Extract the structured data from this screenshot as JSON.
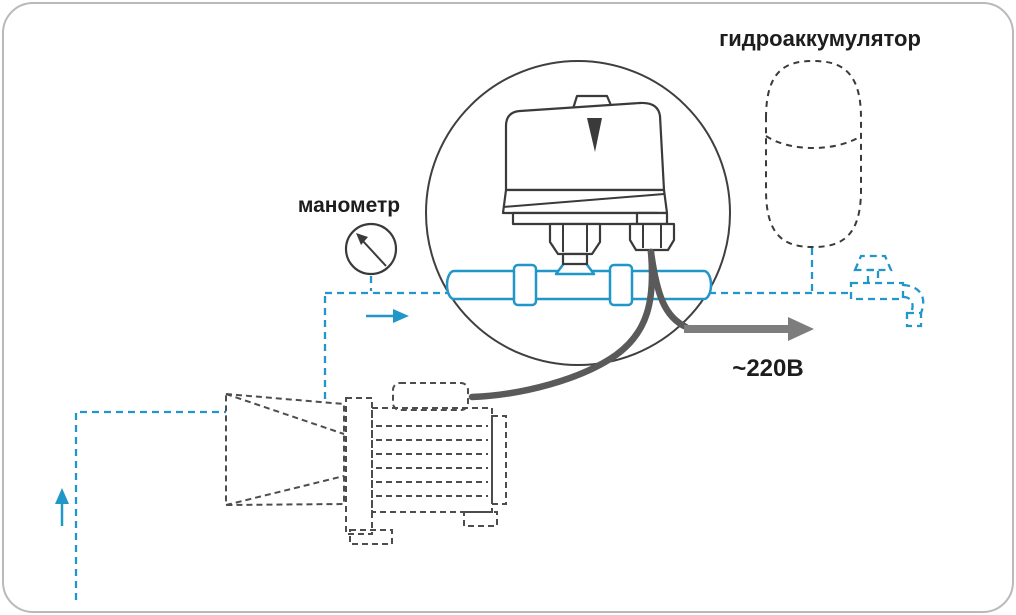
{
  "diagram": {
    "labels": {
      "hydroaccumulator": "гидроаккумулятор",
      "manometer": "манометр",
      "power": "~220В"
    },
    "colors": {
      "pipe_blue": "#2196c8",
      "outline_dark": "#3a3a3a",
      "cable_gray": "#5a5a5a",
      "arrow_gray": "#7d7d7d",
      "pump_gray": "#4d4d4d",
      "border_gray": "#b9b9b9"
    },
    "components": [
      "pressure-switch",
      "pipe-section",
      "manometer-gauge",
      "hydroaccumulator-tank",
      "faucet",
      "pump",
      "power-cable"
    ]
  }
}
